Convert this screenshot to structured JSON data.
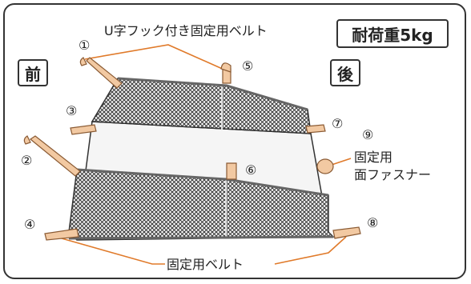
{
  "labels": {
    "front": "前",
    "rear": "後",
    "load_capacity": "耐荷重5kg",
    "u_hook_belt": "U字フック付き固定用ベルト",
    "fixing_belt": "固定用ベルト",
    "velcro_line1": "固定用",
    "velcro_line2": "面ファスナー"
  },
  "parts": [
    {
      "id": "1",
      "mark": "①"
    },
    {
      "id": "2",
      "mark": "②"
    },
    {
      "id": "3",
      "mark": "③"
    },
    {
      "id": "4",
      "mark": "④"
    },
    {
      "id": "5",
      "mark": "⑤"
    },
    {
      "id": "6",
      "mark": "⑥"
    },
    {
      "id": "7",
      "mark": "⑦"
    },
    {
      "id": "8",
      "mark": "⑧"
    },
    {
      "id": "9",
      "mark": "⑨"
    }
  ],
  "colors": {
    "belt": "#f2c9a2",
    "belt_edge": "#8a5a33",
    "leader_line": "#e07a2a",
    "mesh": "#3a3a3a",
    "panel": "#fafafa",
    "outline": "#333333"
  }
}
